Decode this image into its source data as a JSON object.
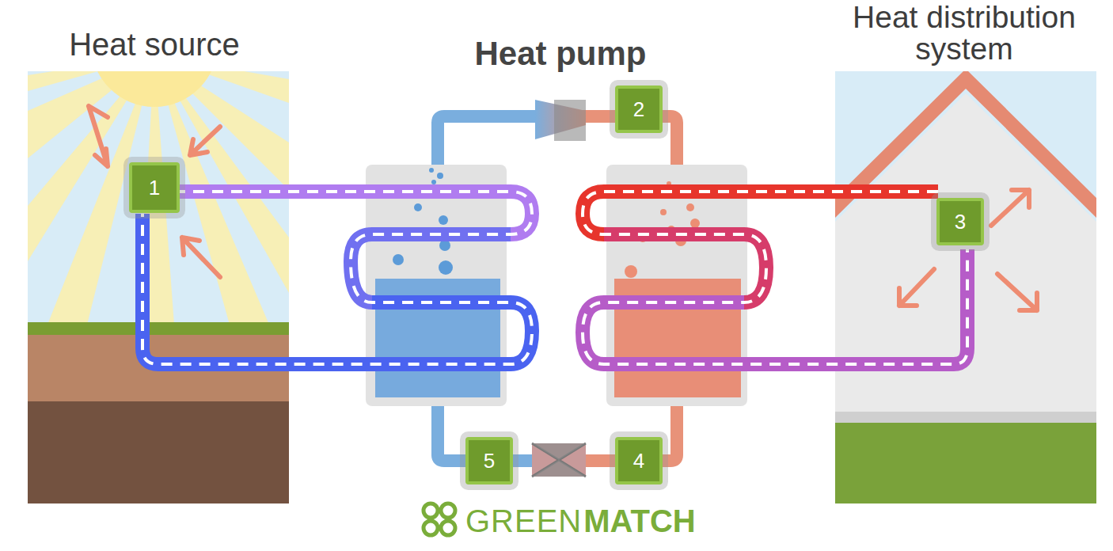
{
  "diagram": {
    "title": "Heat pump",
    "nodes": [
      {
        "text": [
          "1"
        ]
      },
      {
        "text": [
          "2"
        ]
      },
      {
        "text": [
          "3"
        ]
      },
      {
        "text": [
          "5"
        ]
      },
      {
        "text": [
          "4"
        ]
      }
    ],
    "labels": [
      "Heat source",
      "Heat distribution system",
      "GREEN",
      "MATCH"
    ]
  }
}
